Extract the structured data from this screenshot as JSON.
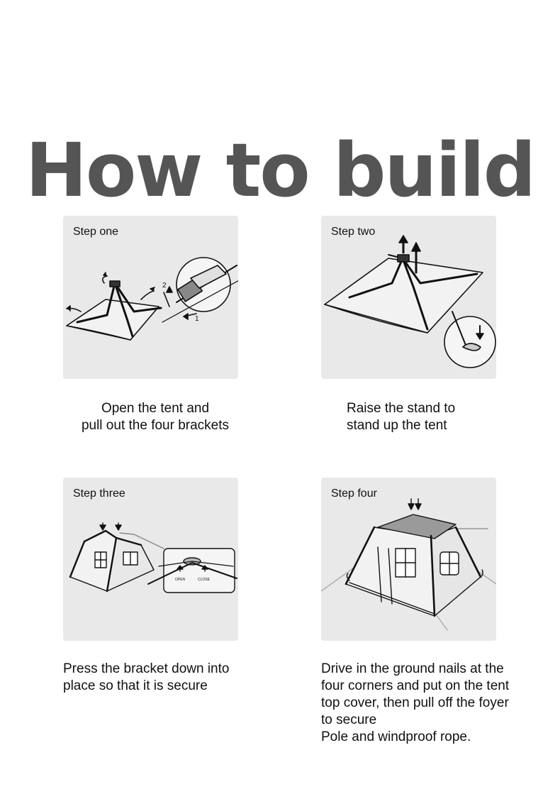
{
  "title": "How to build",
  "steps": [
    {
      "label": "Step one",
      "caption": [
        "Open the tent and",
        "pull out the four brackets"
      ],
      "annotations": [
        "2",
        "1"
      ]
    },
    {
      "label": "Step two",
      "caption": [
        "Raise the stand to",
        "stand up the tent"
      ]
    },
    {
      "label": "Step three",
      "caption": [
        "Press the bracket down into",
        "place so that it is secure"
      ],
      "annotations": [
        "OPEN",
        "CLOSE"
      ]
    },
    {
      "label": "Step four",
      "caption": [
        "Drive in the ground nails at the",
        "four corners and put on the tent",
        "top cover, then pull off the foyer",
        "to secure",
        "Pole and windproof rope."
      ]
    }
  ]
}
